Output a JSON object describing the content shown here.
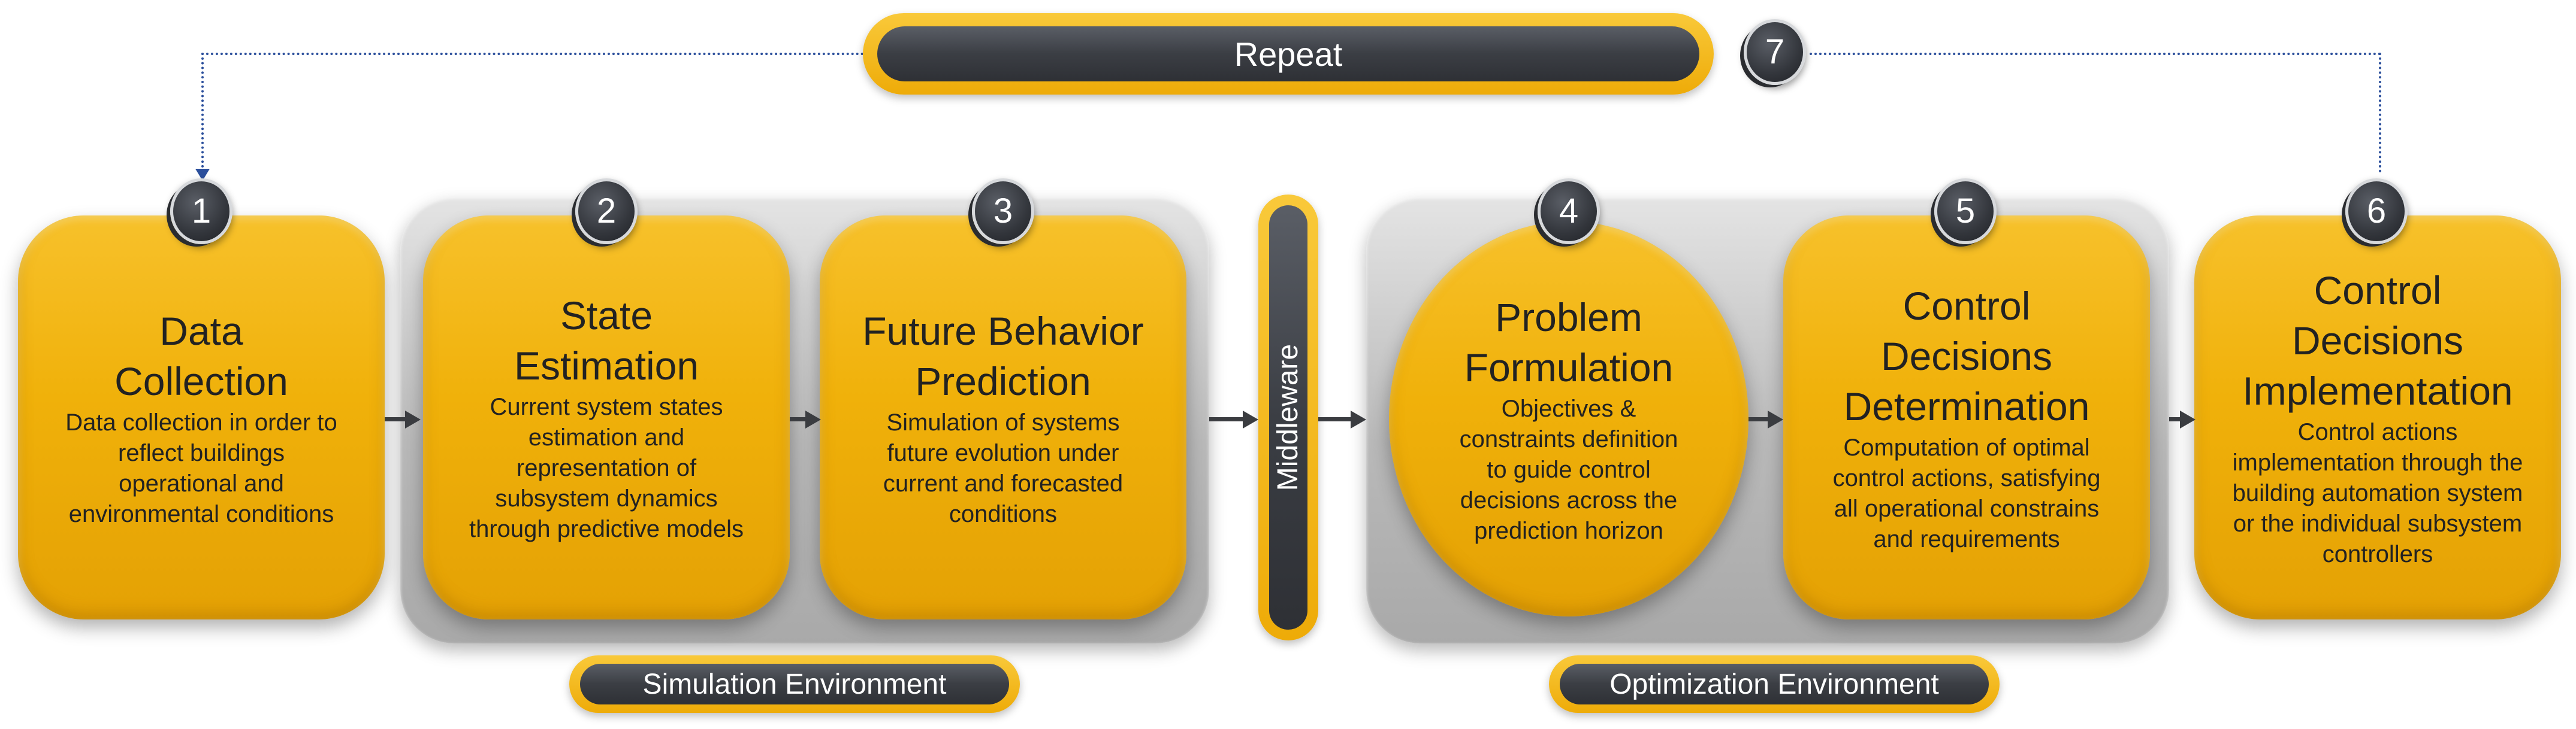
{
  "repeat": {
    "label": "Repeat",
    "number": "7"
  },
  "middleware": {
    "label": "Middleware"
  },
  "environments": {
    "simulation": "Simulation Environment",
    "optimization": "Optimization Environment"
  },
  "steps": [
    {
      "number": "1",
      "title_lines": [
        "Data",
        "Collection"
      ],
      "desc_lines": [
        "Data collection in order to",
        "reflect buildings",
        "operational and",
        "environmental conditions"
      ]
    },
    {
      "number": "2",
      "title_lines": [
        "State",
        "Estimation"
      ],
      "desc_lines": [
        "Current system states",
        "estimation and",
        "representation of",
        "subsystem dynamics",
        "through predictive models"
      ]
    },
    {
      "number": "3",
      "title_lines": [
        "Future Behavior",
        "Prediction"
      ],
      "desc_lines": [
        "Simulation of systems",
        "future evolution under",
        "current and forecasted",
        "conditions"
      ]
    },
    {
      "number": "4",
      "title_lines": [
        "Problem",
        "Formulation"
      ],
      "desc_lines": [
        "Objectives &",
        "constraints definition",
        "to guide control",
        "decisions across the",
        "prediction horizon"
      ]
    },
    {
      "number": "5",
      "title_lines": [
        "Control",
        "Decisions",
        "Determination"
      ],
      "desc_lines": [
        "Computation of optimal",
        "control actions, satisfying",
        "all operational constrains",
        "and requirements"
      ]
    },
    {
      "number": "6",
      "title_lines": [
        "Control",
        "Decisions",
        "Implementation"
      ],
      "desc_lines": [
        "Control actions",
        "implementation through the",
        "building automation system",
        "or the individual subsystem",
        "controllers"
      ]
    }
  ]
}
